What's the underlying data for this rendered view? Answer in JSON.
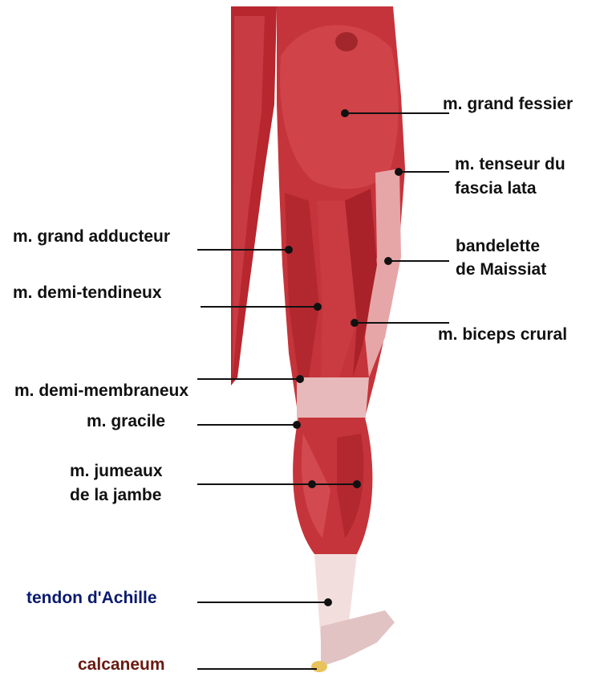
{
  "colors": {
    "muscle": "#c5343a",
    "muscle_dark": "#8e1b22",
    "muscle_light": "#e1767a",
    "tendon": "#f3dede",
    "bone": "#e8c35c",
    "label_default": "#111111",
    "label_achilles": "#0a1a6e",
    "label_calcaneum": "#6a1a10"
  },
  "labels": {
    "grand_fessier": "m. grand fessier",
    "tenseur_l1": "m. tenseur du",
    "tenseur_l2": "fascia lata",
    "grand_adducteur": "m. grand adducteur",
    "bandelette_l1": "bandelette",
    "bandelette_l2": "de Maissiat",
    "demi_tendineux": "m. demi-tendineux",
    "biceps_crural": "m. biceps crural",
    "demi_membraneux": "m. demi-membraneux",
    "gracile": "m. gracile",
    "jumeaux_l1": "m. jumeaux",
    "jumeaux_l2": "de la jambe",
    "achille": "tendon d'Achille",
    "calcaneum": "calcaneum"
  }
}
